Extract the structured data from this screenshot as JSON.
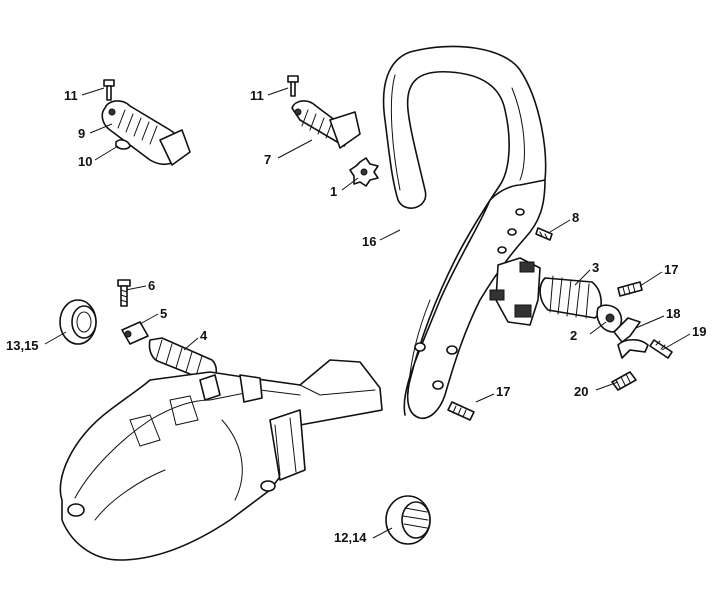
{
  "labels": {
    "l11a": "11",
    "l9": "9",
    "l10": "10",
    "l11b": "11",
    "l7": "7",
    "l1": "1",
    "l16": "16",
    "l8": "8",
    "l3": "3",
    "l17a": "17",
    "l18": "18",
    "l2": "2",
    "l19": "19",
    "l20": "20",
    "l17b": "17",
    "l6": "6",
    "l5": "5",
    "l4": "4",
    "l1315": "13,15",
    "l1214": "12,14"
  }
}
